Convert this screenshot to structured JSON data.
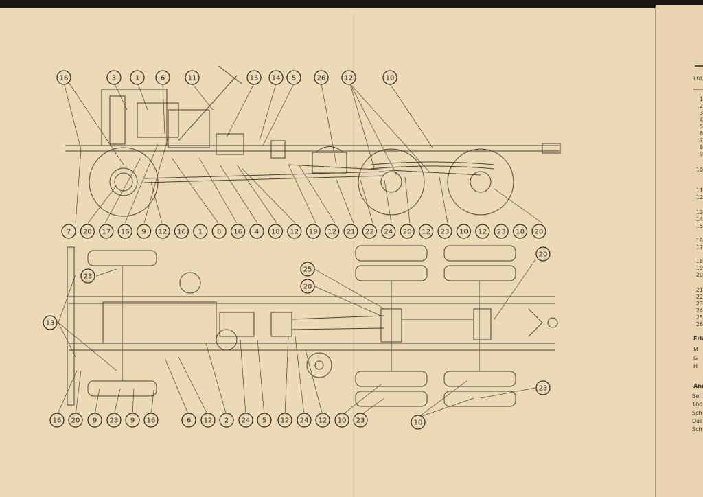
{
  "side_view_callouts": {
    "top": [
      "16",
      "3",
      "1",
      "6",
      "11",
      "15",
      "14",
      "5",
      "26",
      "12",
      "10"
    ],
    "bottom": [
      "7",
      "20",
      "17",
      "16",
      "9",
      "12",
      "16",
      "1",
      "8",
      "16",
      "4",
      "18",
      "12",
      "19",
      "12",
      "21",
      "22",
      "24",
      "20",
      "12",
      "23",
      "10",
      "12",
      "23",
      "10",
      "20"
    ]
  },
  "plan_view_callouts": {
    "left": [
      "13",
      "23"
    ],
    "middle": [
      "25",
      "20"
    ],
    "right": [
      "20",
      "23"
    ],
    "bottom": [
      "16",
      "20",
      "9",
      "23",
      "9",
      "16",
      "6",
      "12",
      "2",
      "24",
      "5",
      "12",
      "24",
      "12",
      "10",
      "23",
      "10"
    ]
  },
  "right_page": {
    "header": "Lfd.",
    "row_numbers": [
      "1",
      "2",
      "3",
      "4",
      "5",
      "6",
      "7",
      "8",
      "9",
      "10",
      "11",
      "12",
      "13",
      "14",
      "15",
      "16",
      "17",
      "18",
      "19",
      "20",
      "21",
      "22",
      "23",
      "24",
      "25",
      "26"
    ],
    "legend_title": "Erlä",
    "legend_items": [
      "M",
      "G",
      "H"
    ],
    "notes_title": "Anr",
    "notes_lines": [
      "Bei",
      "100",
      "Sch",
      "Das",
      "Sch"
    ]
  },
  "colors": {
    "paper": "#ecd9b6",
    "paper_right": "#e8d4b0",
    "ink": "#4a4036",
    "background": "#1c1612"
  }
}
